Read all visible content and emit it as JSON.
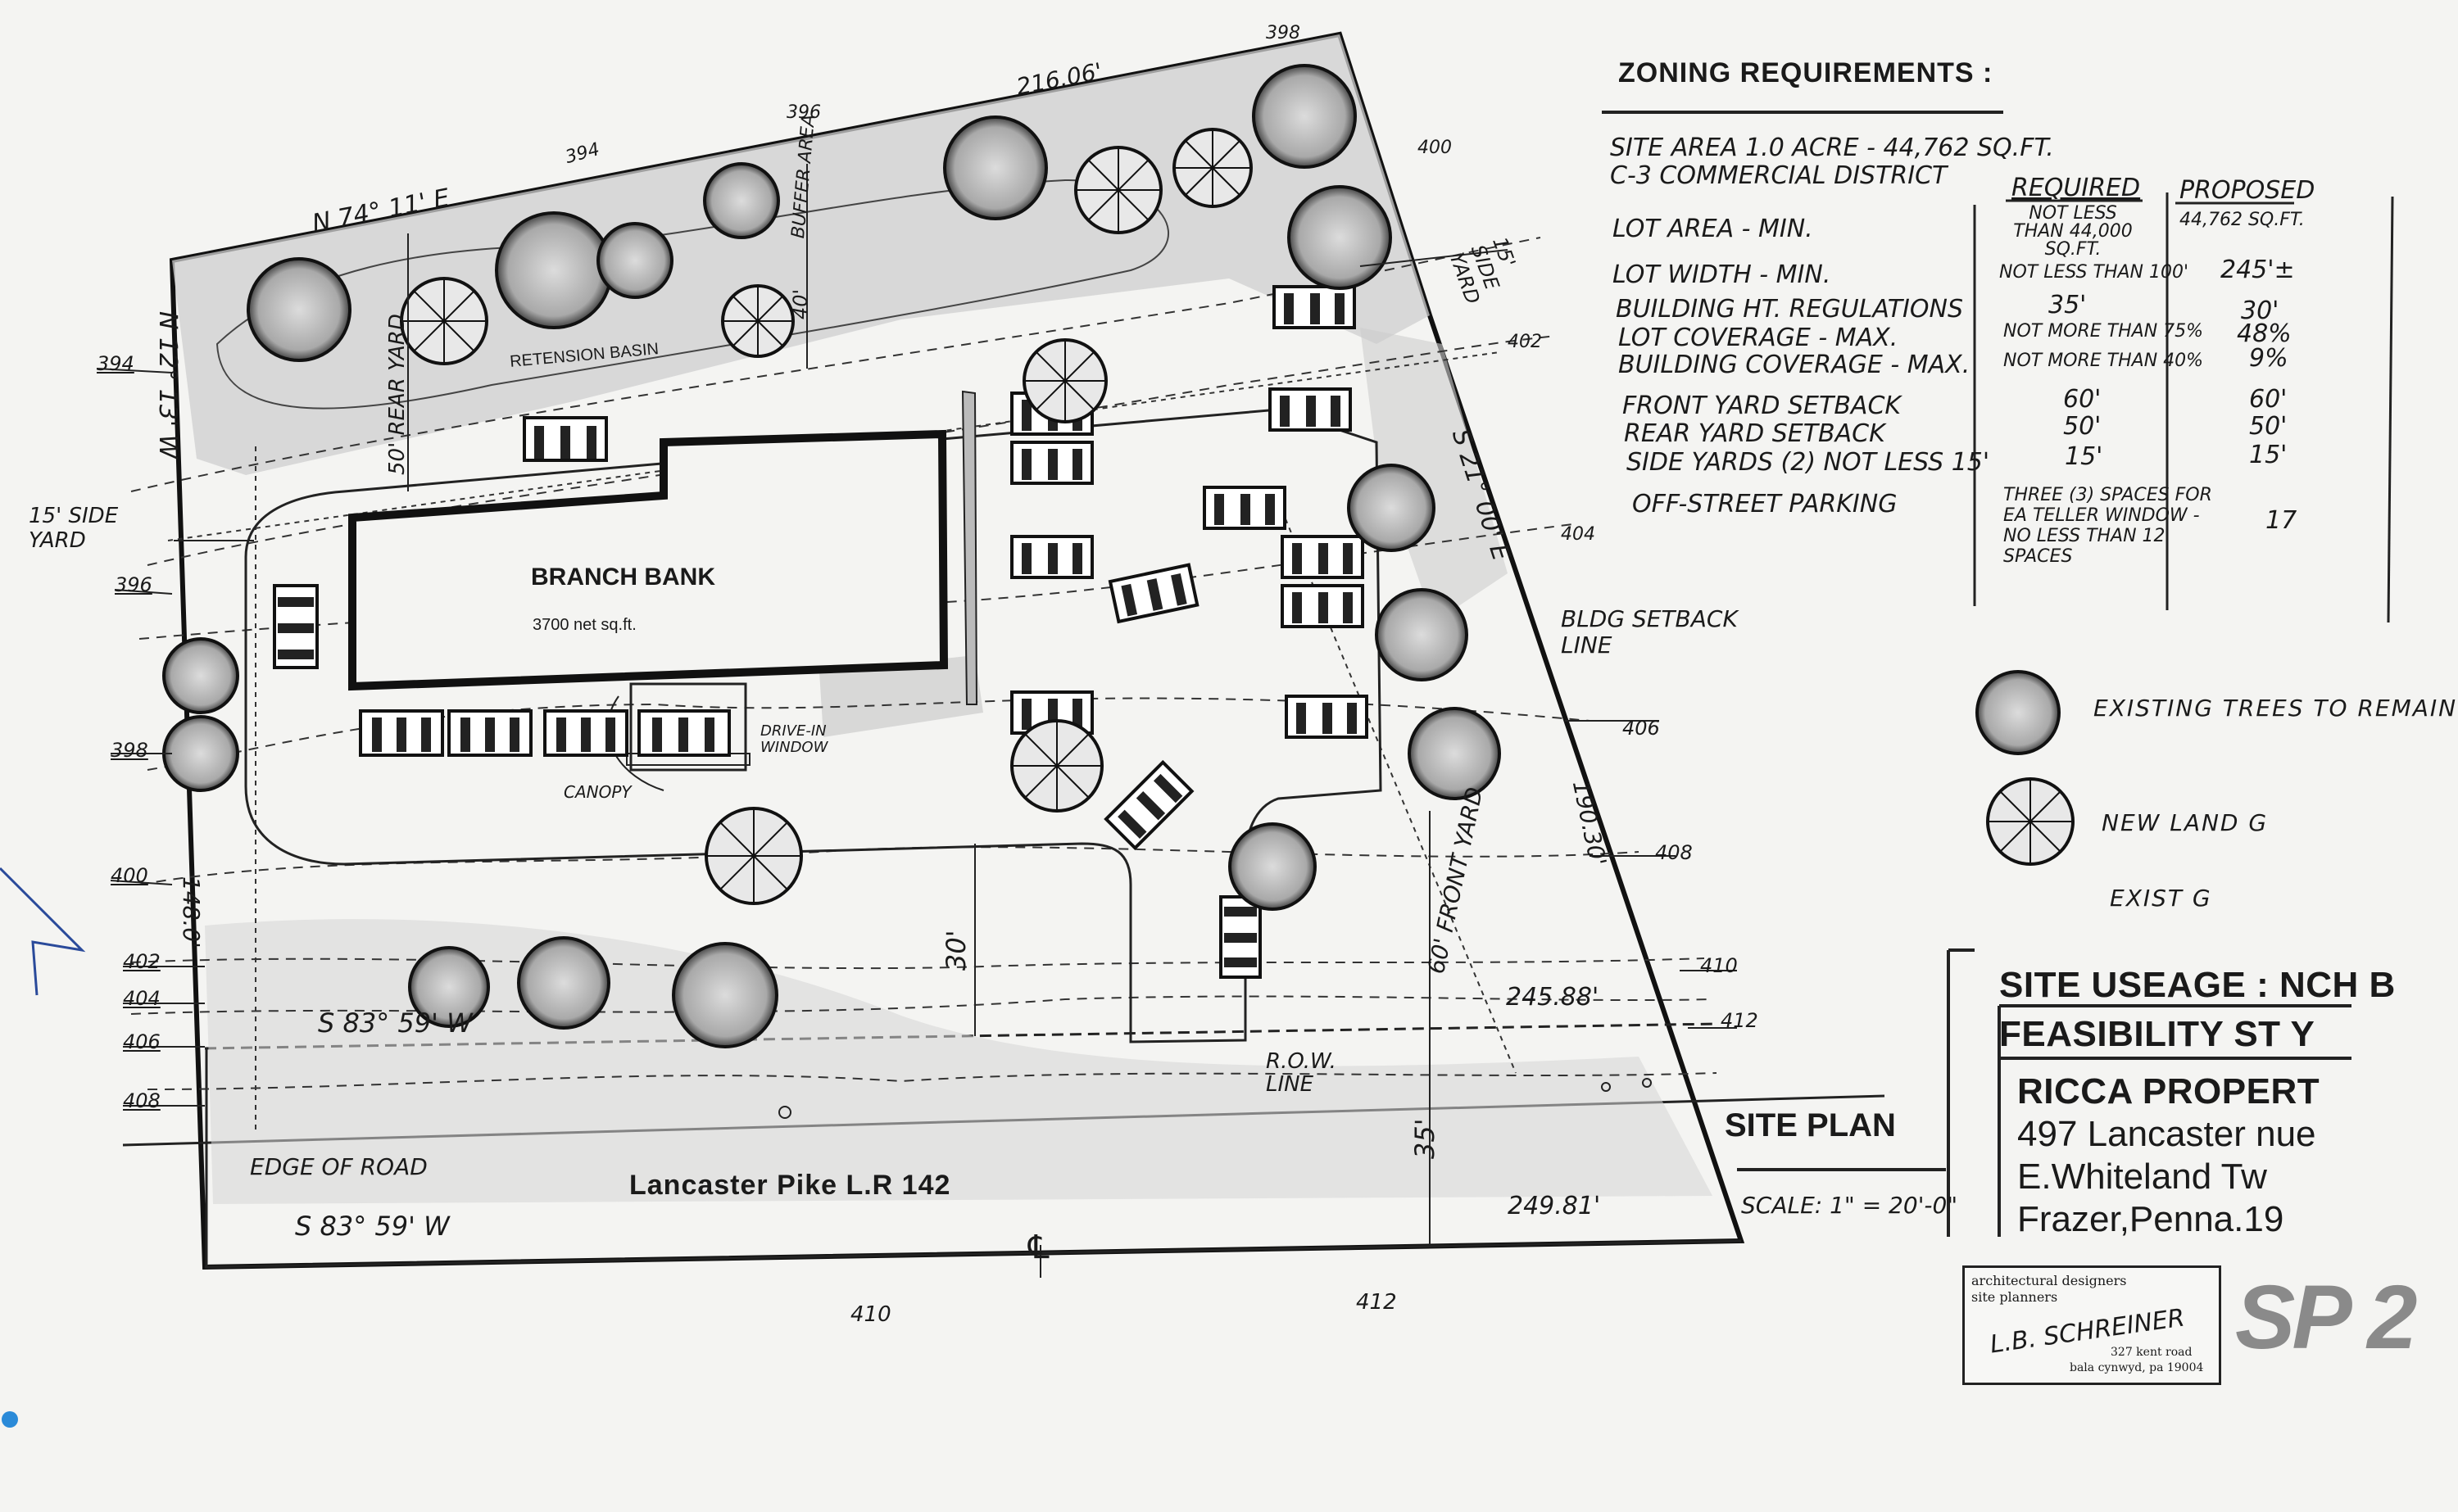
{
  "zoning": {
    "title": "ZONING REQUIREMENTS :",
    "site_area": "SITE AREA 1.0 ACRE - 44,762 SQ.FT.",
    "district": "C-3 COMMERCIAL DISTRICT",
    "col_required": "REQUIRED",
    "col_proposed": "PROPOSED",
    "rows": [
      {
        "label": "LOT AREA - MIN.",
        "required": "NOT LESS THAN 44,000 SQ.FT.",
        "proposed": "44,762 SQ.FT."
      },
      {
        "label": "LOT WIDTH - MIN.",
        "required": "NOT LESS THAN 100'",
        "proposed": "245'±"
      },
      {
        "label": "BUILDING HT. REGULATIONS",
        "required": "35'",
        "proposed": "30'"
      },
      {
        "label": "LOT COVERAGE - MAX.",
        "required": "NOT MORE THAN 75%",
        "proposed": "48%"
      },
      {
        "label": "BUILDING COVERAGE - MAX.",
        "required": "NOT MORE THAN 40%",
        "proposed": "9%"
      },
      {
        "label": "FRONT YARD SETBACK",
        "required": "60'",
        "proposed": "60'"
      },
      {
        "label": "REAR YARD SETBACK",
        "required": "50'",
        "proposed": "50'"
      },
      {
        "label": "SIDE YARDS (2) NOT LESS 15'",
        "required": "15'",
        "proposed": "15'"
      },
      {
        "label": "OFF-STREET PARKING",
        "required": "THREE (3) SPACES FOR EA TELLER WINDOW - NO LESS THAN 12 SPACES",
        "proposed": "17"
      }
    ]
  },
  "legend": {
    "existing_trees": "EXISTING TREES TO REMAIN",
    "new_landscaping": "NEW LAND     G",
    "existing": "EXIST   G"
  },
  "plan": {
    "building_name": "BRANCH BANK",
    "building_area": "3700 net sq.ft.",
    "retention_basin": "RETENSION BASIN",
    "buffer_area": "BUFFER AREA",
    "rear_yard": "50' REAR YARD",
    "front_yard": "60' FRONT YARD",
    "side_yard_left": "15' SIDE YARD",
    "side_yard_right": "15' SIDE YARD",
    "bldg_setback": "BLDG SETBACK LINE",
    "drive_in": "DRIVE-IN WINDOW",
    "canopy": "CANOPY",
    "row_line": "R.O.W. LINE",
    "edge_of_road": "EDGE OF ROAD",
    "road_name": "Lancaster Pike  L.R 142",
    "bearing_top": "N 74° 11' E",
    "bearing_left": "N 12° 13' W",
    "bearing_right": "S 21° 00' E",
    "bearing_bottom_1": "S 83° 59' W",
    "bearing_bottom_2": "S 83° 59' W",
    "dist_top": "216.06'",
    "dist_left": "148.0'",
    "dist_right": "190.30'",
    "dist_bottom_1": "245.88'",
    "dist_bottom_2": "249.81'",
    "dim_30": "30'",
    "dim_35": "35'",
    "dim_40": "40'",
    "centerline": "℄",
    "contours_left": [
      "394",
      "396",
      "398",
      "400",
      "402",
      "404",
      "406",
      "408"
    ],
    "contours_top": [
      "394",
      "396",
      "398",
      "400",
      "402"
    ],
    "contours_right": [
      "404",
      "406",
      "408",
      "410",
      "412"
    ],
    "contours_bottom": [
      "410",
      "412"
    ]
  },
  "title_block": {
    "site_usage": "SITE USEAGE :    NCH B",
    "feasibility": "FEASIBILITY ST    Y",
    "owner": "RICCA PROPERT",
    "address1": "497 Lancaster          nue",
    "address2": "E.Whiteland Tw",
    "address3": "Frazer,Penna.19",
    "drawing_title": "SITE PLAN",
    "scale": "SCALE: 1\" = 20'-0\"",
    "sheet": "SP 2"
  },
  "stamp": {
    "line1": "architectural designers",
    "line2": "site planners",
    "name": "L.B. SCHREINER",
    "addr1": "327 kent road",
    "addr2": "bala cynwyd, pa 19004"
  }
}
